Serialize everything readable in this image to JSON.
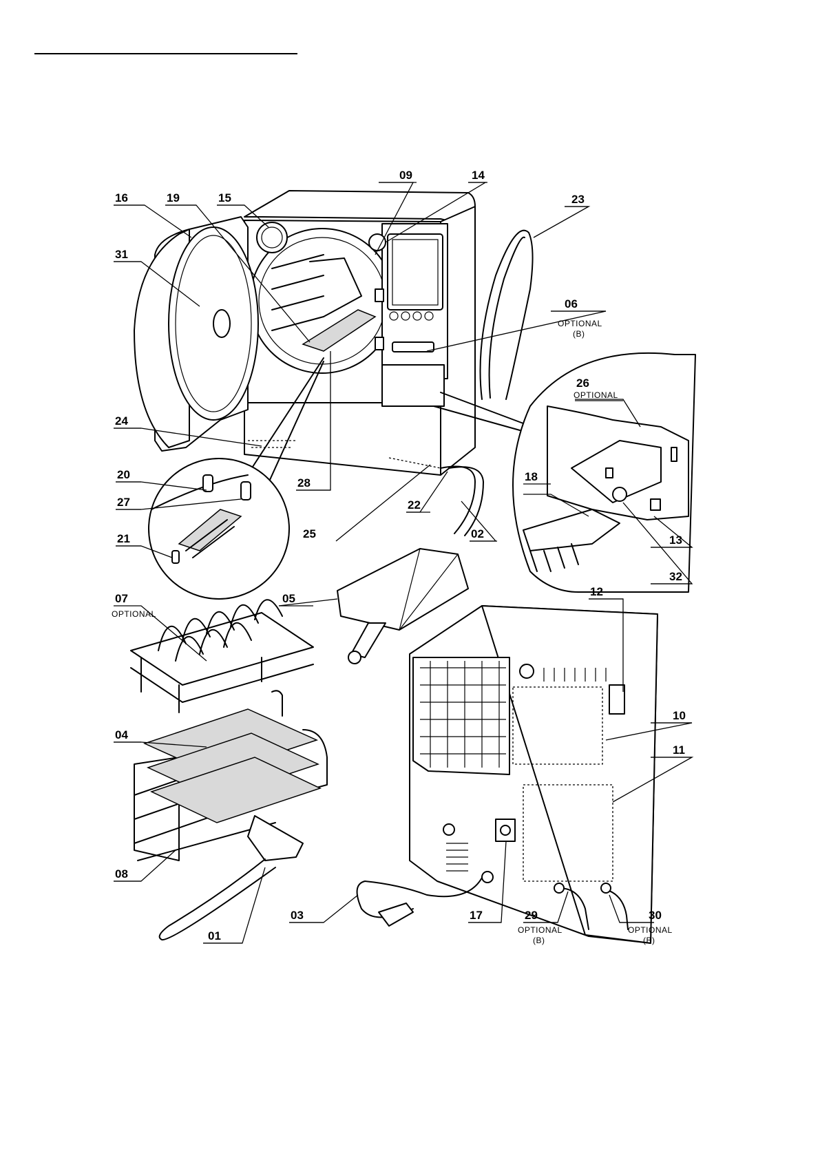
{
  "labels": {
    "p01": "01",
    "p02": "02",
    "p03": "03",
    "p04": "04",
    "p05": "05",
    "p06": "06",
    "p07": "07",
    "p08": "08",
    "p09": "09",
    "p10": "10",
    "p11": "11",
    "p12": "12",
    "p13": "13",
    "p14": "14",
    "p15": "15",
    "p16": "16",
    "p17": "17",
    "p18": "18",
    "p19": "19",
    "p20": "20",
    "p21": "21",
    "p22": "22",
    "p23": "23",
    "p24": "24",
    "p25": "25",
    "p26": "26",
    "p27": "27",
    "p28": "28",
    "p29": "29",
    "p30": "30",
    "p31": "31",
    "p32": "32"
  },
  "annotations": {
    "optional": "OPTIONAL",
    "b": "(B)"
  }
}
